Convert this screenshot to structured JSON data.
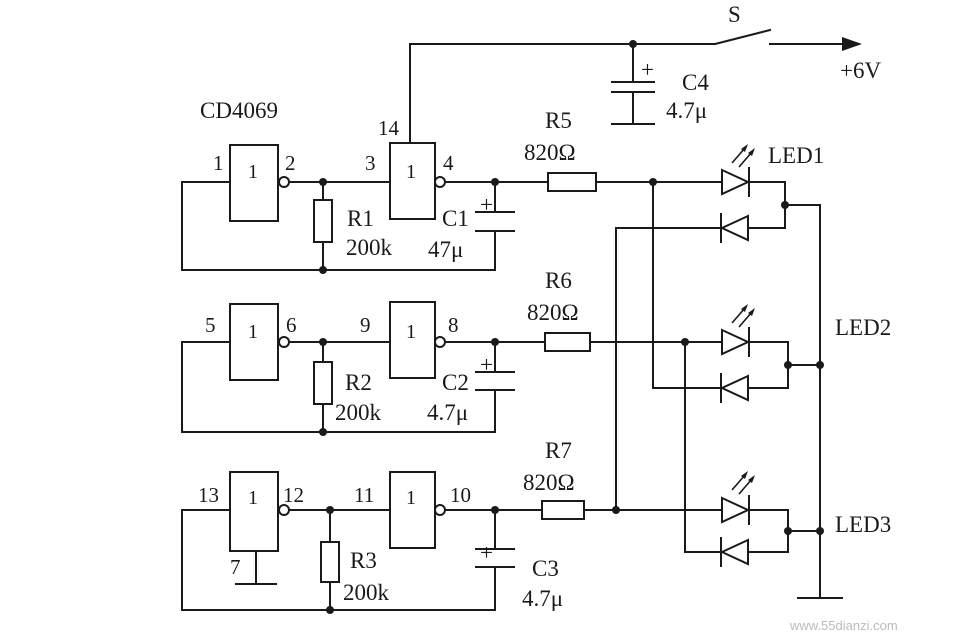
{
  "switch": {
    "label": "S",
    "supply": "+6V"
  },
  "ic": {
    "name": "CD4069",
    "vdd_pin": "14",
    "gnd_pin": "7",
    "gate_symbol": "1"
  },
  "stages": [
    {
      "in_pin": "1",
      "out_pin": "2",
      "in2_pin": "3",
      "out2_pin": "4",
      "r": "R1",
      "r_val": "200k",
      "c": "C1",
      "c_val": "47μ",
      "rs": "R5",
      "rs_val": "820Ω",
      "led": "LED1"
    },
    {
      "in_pin": "5",
      "out_pin": "6",
      "in2_pin": "9",
      "out2_pin": "8",
      "r": "R2",
      "r_val": "200k",
      "c": "C2",
      "c_val": "4.7μ",
      "rs": "R6",
      "rs_val": "820Ω",
      "led": "LED2"
    },
    {
      "in_pin": "13",
      "out_pin": "12",
      "in2_pin": "11",
      "out2_pin": "10",
      "r": "R3",
      "r_val": "200k",
      "c": "C3",
      "c_val": "4.7μ",
      "rs": "R7",
      "rs_val": "820Ω",
      "led": "LED3"
    }
  ],
  "supply_cap": {
    "name": "C4",
    "value": "4.7μ",
    "plus": "+"
  },
  "watermark": {
    "text": "www.55dianzi.com"
  }
}
